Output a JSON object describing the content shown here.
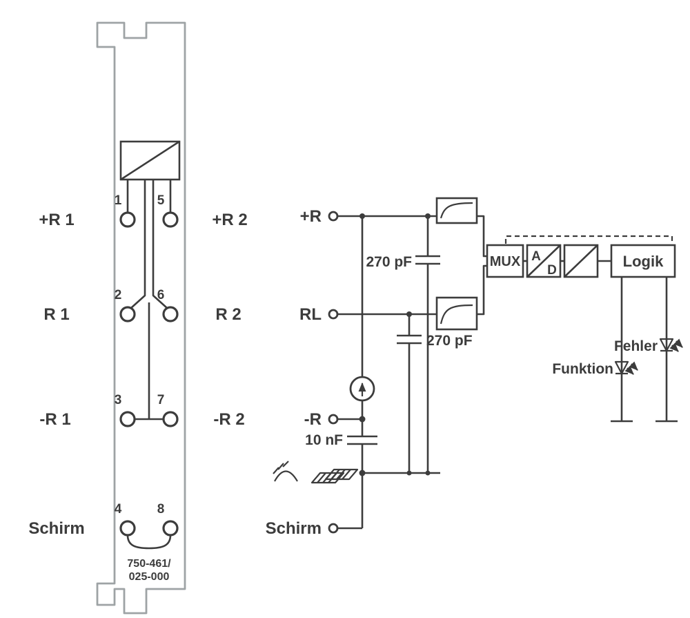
{
  "module": {
    "part_number": [
      "750-461/",
      "025-000"
    ],
    "terminals_left": [
      {
        "num": "1",
        "label": "+R 1"
      },
      {
        "num": "2",
        "label": "R 1"
      },
      {
        "num": "3",
        "label": "-R 1"
      },
      {
        "num": "4",
        "label": "Schirm"
      }
    ],
    "terminals_right": [
      {
        "num": "5",
        "label": "+R 2"
      },
      {
        "num": "6",
        "label": "R 2"
      },
      {
        "num": "7",
        "label": "-R 2"
      },
      {
        "num": "8",
        "label": ""
      }
    ]
  },
  "circuit": {
    "inputs": {
      "plus_r": "+R",
      "rl": "RL",
      "minus_r": "-R",
      "schirm": "Schirm"
    },
    "capacitor_1": "270 pF",
    "capacitor_2": "270 pF",
    "capacitor_3": "10 nF",
    "blocks": {
      "mux": "MUX",
      "adc_analog": "A",
      "adc_digital": "D",
      "logic": "Logik"
    },
    "leds": {
      "error": "Fehler",
      "function": "Funktion"
    },
    "symbols": [
      "galvanic-isolation-icon",
      "low-pass-filter-icon",
      "current-source-icon",
      "functional-earth-icon",
      "din-rail-icon",
      "led-icon"
    ]
  },
  "colors": {
    "line": "#3c3c3c",
    "module_outline": "#9ea3a5",
    "background": "#ffffff"
  }
}
